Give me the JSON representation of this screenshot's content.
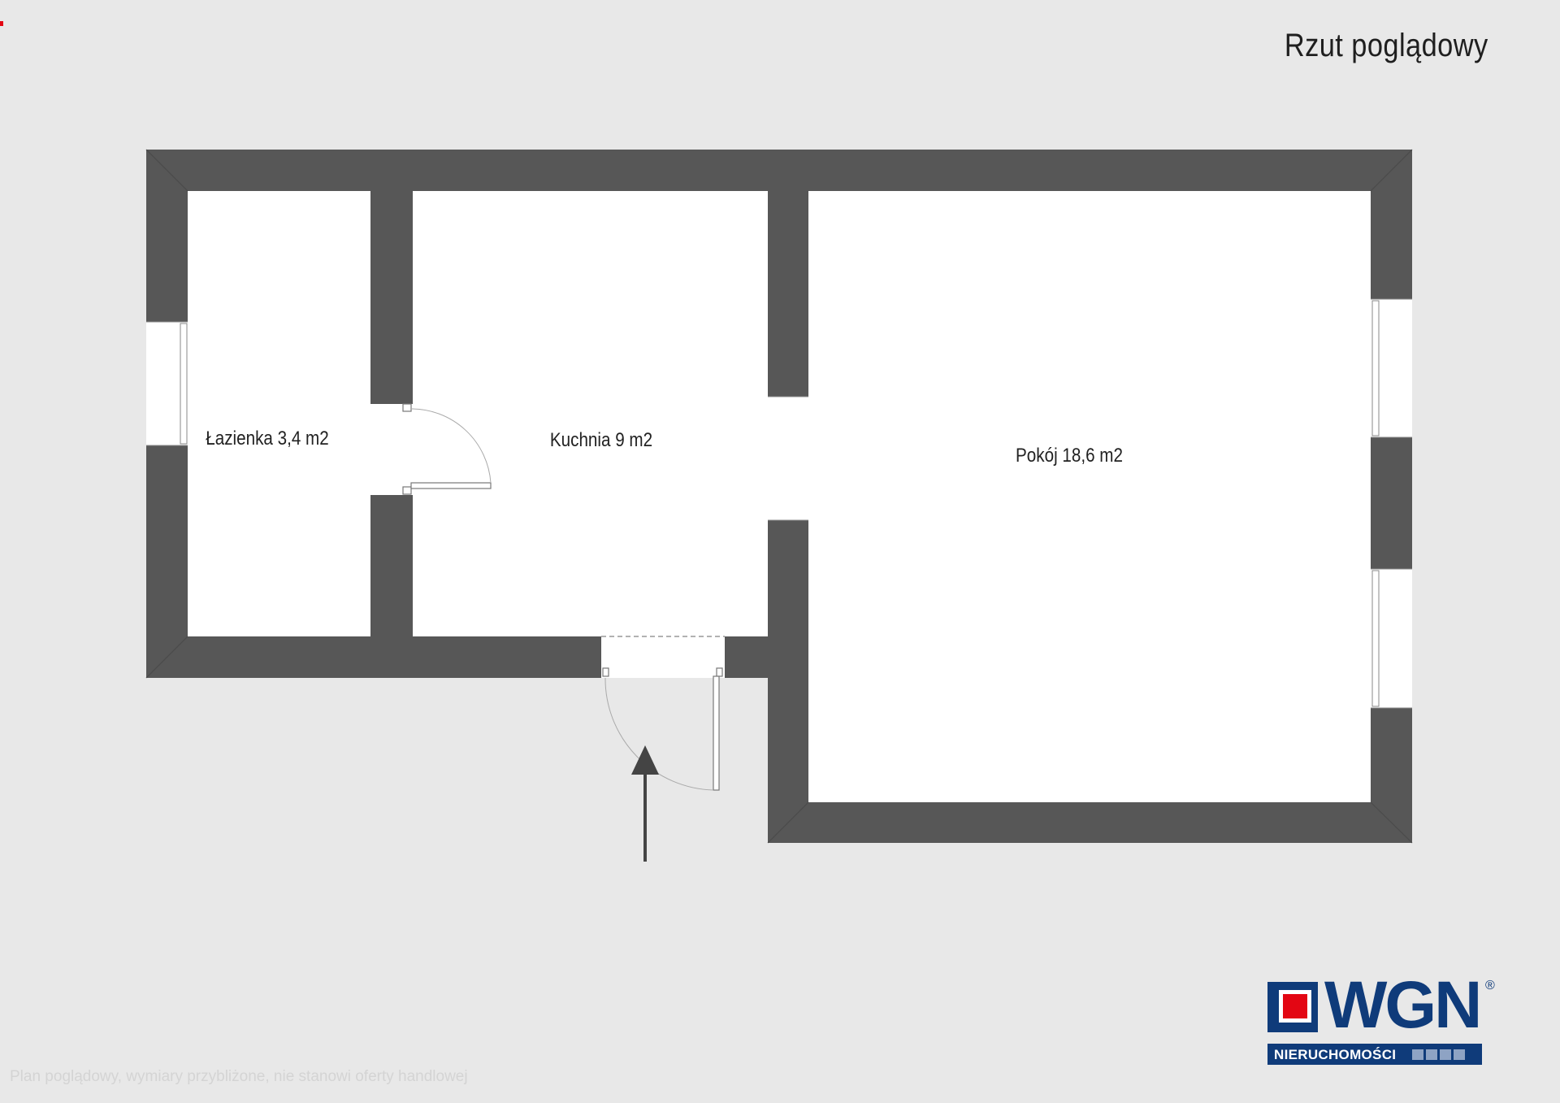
{
  "title": "Rzut poglądowy",
  "rooms": [
    {
      "name": "Łazienka 3,4 m2"
    },
    {
      "name": "Kuchnia 9 m2"
    },
    {
      "name": "Pokój 18,6 m2"
    }
  ],
  "logo": {
    "brand": "WGN",
    "registered": "®",
    "subtitle": "NIERUCHOMOŚCI"
  },
  "footer": {
    "disclaimer": "Plan poglądowy, wymiary przybliżone, nie stanowi oferty handlowej"
  },
  "colors": {
    "background": "#e8e8e8",
    "wall": "#575757",
    "room_fill": "#ffffff",
    "brand_blue": "#0f3b7a",
    "brand_red": "#e30613"
  }
}
